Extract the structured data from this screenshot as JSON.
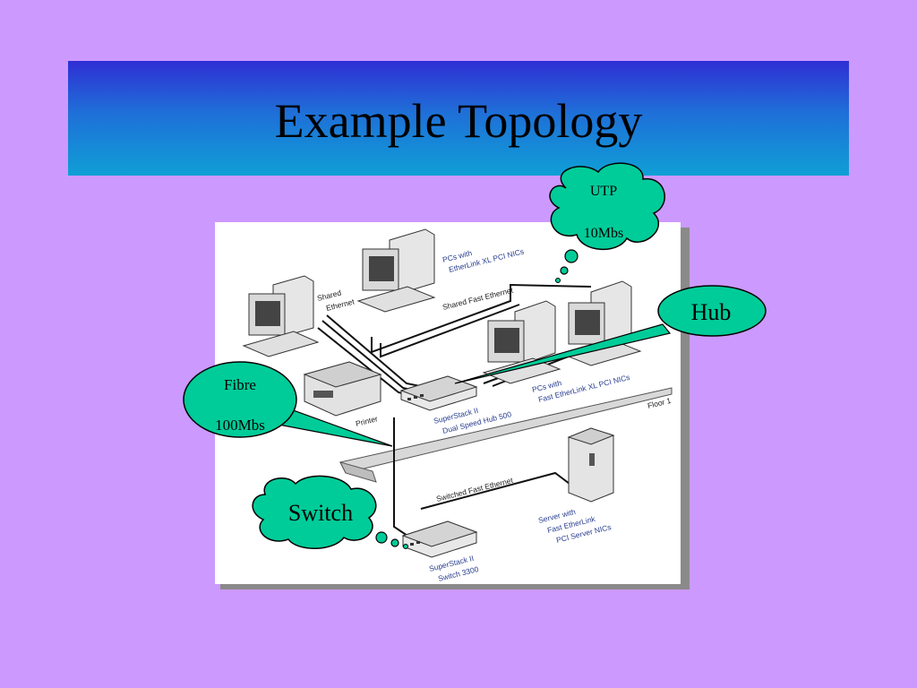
{
  "slide": {
    "title": "Example Topology",
    "background": "#cc99ff",
    "callout_color": "#00cc99"
  },
  "callouts": {
    "utp": {
      "line1": "UTP",
      "line2": "10Mbs"
    },
    "hub": {
      "label": "Hub"
    },
    "fibre": {
      "line1": "Fibre",
      "line2": "100Mbs"
    },
    "switch": {
      "label": "Switch"
    }
  },
  "diagram": {
    "labels": {
      "pcs_xl_1": "PCs with",
      "pcs_xl_2": "EtherLink XL PCI NICs",
      "shared_eth_1": "Shared",
      "shared_eth_2": "Ethernet",
      "shared_fast": "Shared Fast Ethernet",
      "pcs_fast_1": "PCs with",
      "pcs_fast_2": "Fast EtherLink XL PCI NICs",
      "printer": "Printer",
      "hub_1": "SuperStack II",
      "hub_2": "Dual Speed Hub 500",
      "floor": "Floor 1",
      "switched_fast": "Switched Fast Ethernet",
      "server_1": "Server with",
      "server_2": "Fast EtherLink",
      "server_3": "PCI Server NICs",
      "switch_1": "SuperStack II",
      "switch_2": "Switch 3300"
    }
  }
}
